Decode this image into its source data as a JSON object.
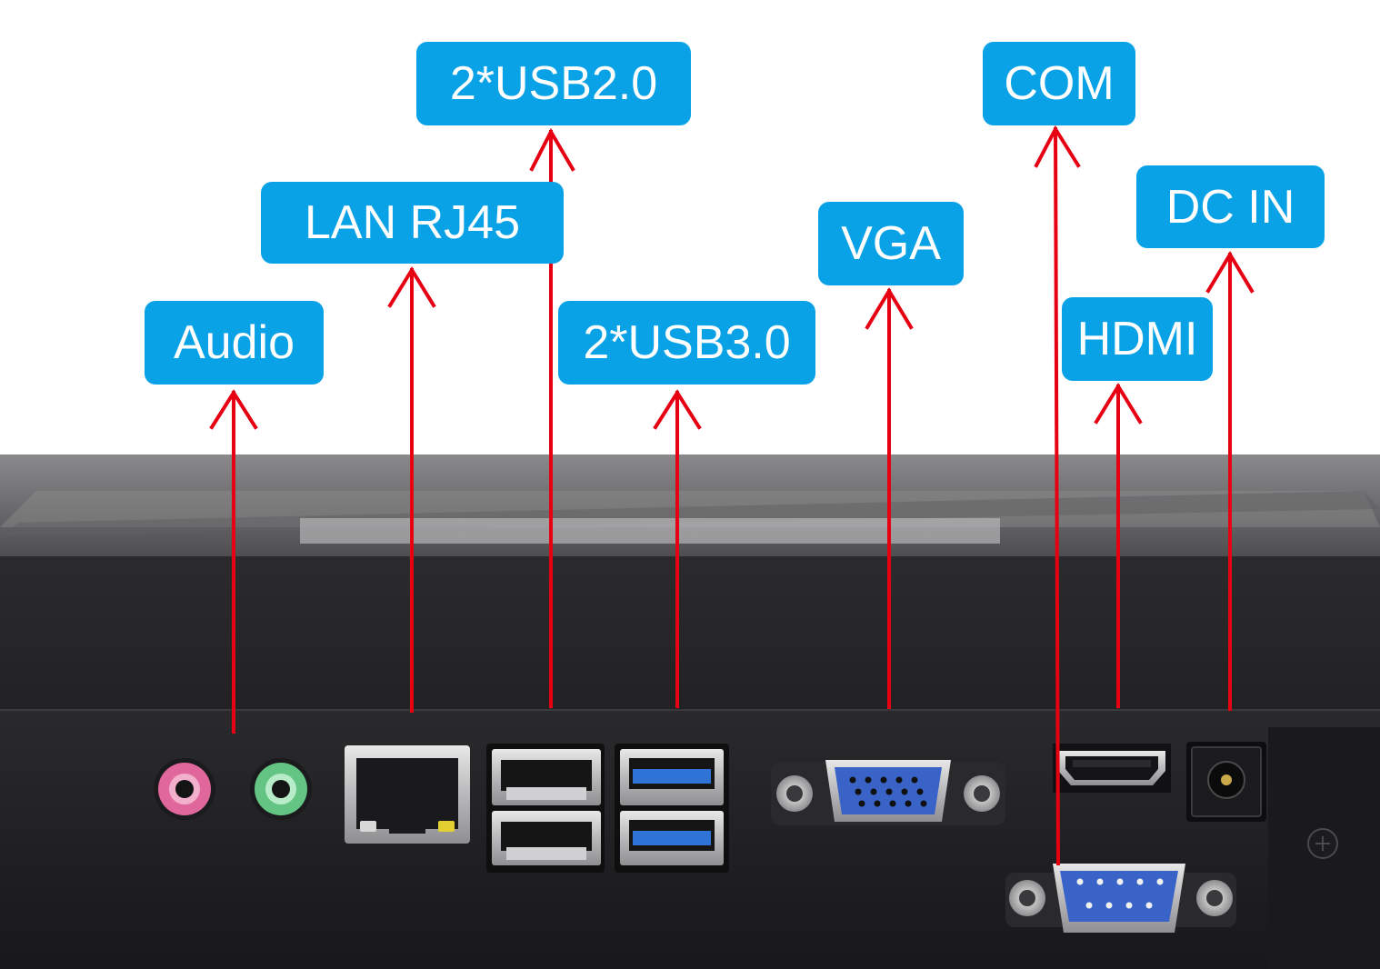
{
  "labels": {
    "usb20": "2*USB2.0",
    "com": "COM",
    "lan": "LAN RJ45",
    "vga": "VGA",
    "dc_in": "DC IN",
    "audio": "Audio",
    "usb30": "2*USB3.0",
    "hdmi": "HDMI"
  },
  "colors": {
    "callout_bg": "#0aa2e6",
    "callout_text": "#ffffff",
    "arrow": "#e60012",
    "chassis_dark": "#1c1c1e",
    "chassis_top": "#6e6e70",
    "port_pink": "#e0679c",
    "port_green": "#63c484",
    "usb3_blue": "#2d74d6",
    "db_blue": "#3a63c8"
  }
}
